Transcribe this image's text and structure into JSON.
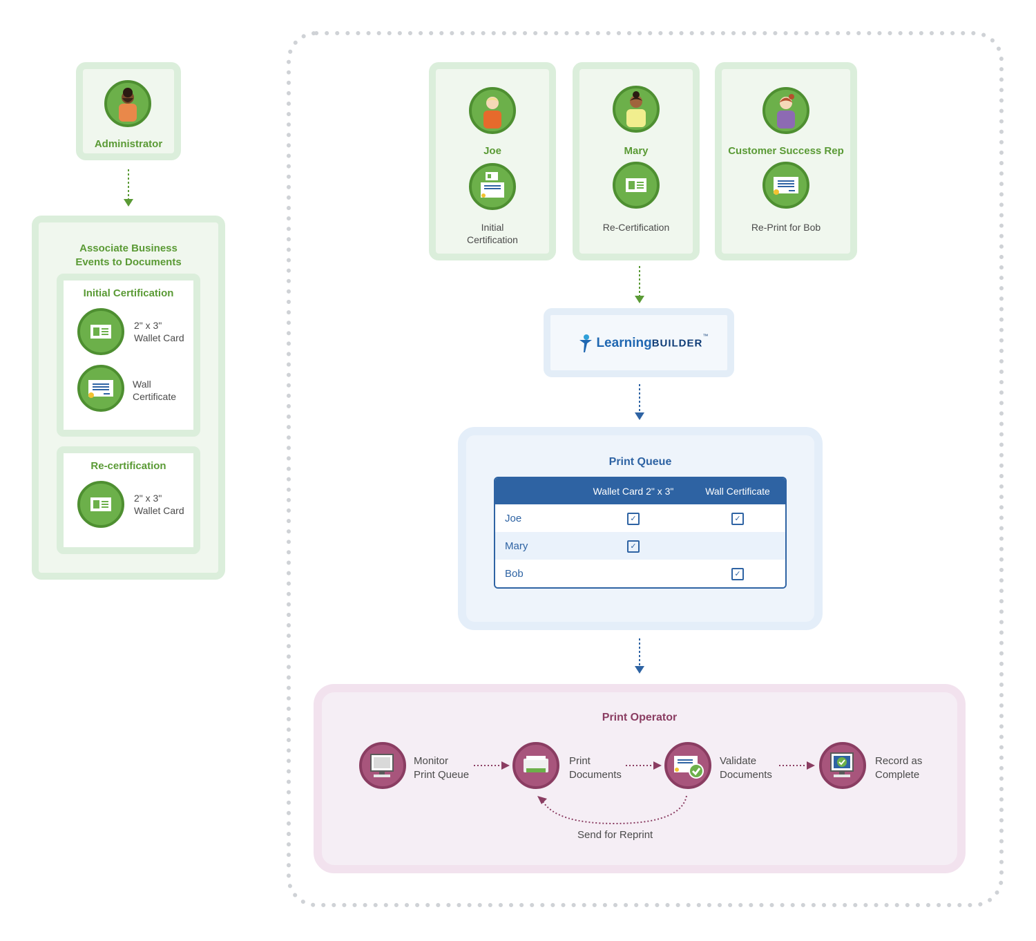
{
  "colors": {
    "green": "#5a9a35",
    "blue": "#2e63a3",
    "purple": "#8a3d62",
    "gray": "#4a4a4a"
  },
  "admin": {
    "label": "Administrator"
  },
  "associate": {
    "title_line1": "Associate Business",
    "title_line2": "Events to Documents",
    "initial": {
      "title": "Initial Certification",
      "items": [
        {
          "line1": "2\" x 3\"",
          "line2": "Wallet Card",
          "icon": "wallet-card-icon"
        },
        {
          "line1": "Wall",
          "line2": "Certificate",
          "icon": "wall-certificate-icon"
        }
      ]
    },
    "recert": {
      "title": "Re-certification",
      "items": [
        {
          "line1": "2\" x 3\"",
          "line2": "Wallet Card",
          "icon": "wallet-card-icon"
        }
      ]
    }
  },
  "people": [
    {
      "name": "Joe",
      "event_line1": "Initial",
      "event_line2": "Certification"
    },
    {
      "name": "Mary",
      "event_line1": "Re-Certification",
      "event_line2": ""
    },
    {
      "name": "Customer Success Rep",
      "event_line1": "Re-Print for Bob",
      "event_line2": ""
    }
  ],
  "learning_builder": {
    "logo_part1": "Learning",
    "logo_part2": "BUILDER",
    "tm": "™"
  },
  "print_queue": {
    "title": "Print Queue",
    "columns": [
      "",
      "Wallet Card 2\" x 3\"",
      "Wall Certificate"
    ],
    "rows": [
      {
        "name": "Joe",
        "wallet": true,
        "wall": true
      },
      {
        "name": "Mary",
        "wallet": true,
        "wall": false
      },
      {
        "name": "Bob",
        "wallet": false,
        "wall": true
      }
    ]
  },
  "print_operator": {
    "title": "Print Operator",
    "steps": [
      {
        "line1": "Monitor",
        "line2": "Print Queue",
        "icon": "monitor-icon"
      },
      {
        "line1": "Print",
        "line2": "Documents",
        "icon": "printer-icon"
      },
      {
        "line1": "Validate",
        "line2": "Documents",
        "icon": "validate-certificate-icon"
      },
      {
        "line1": "Record as",
        "line2": "Complete",
        "icon": "monitor-check-icon"
      }
    ],
    "loop_label": "Send for Reprint"
  }
}
